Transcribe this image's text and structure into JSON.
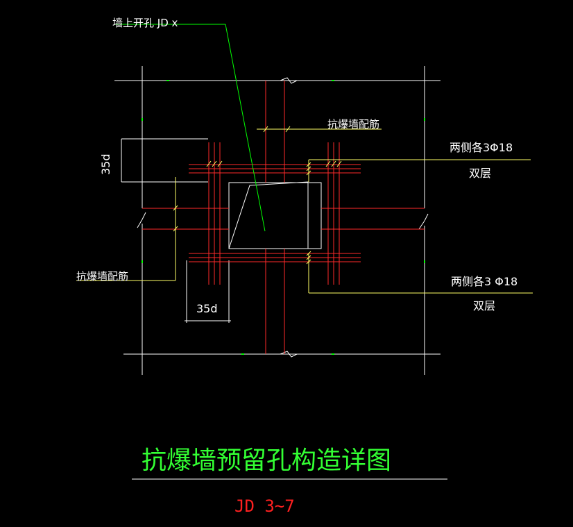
{
  "labels": {
    "leader_top": "墙上开孔 JD x",
    "rebar_top": "抗爆墙配筋",
    "rebar_left": "抗爆墙配筋",
    "side_upper": "两侧各3Φ18",
    "layer_upper": "双层",
    "side_lower": "两侧各3 Φ18",
    "layer_lower": "双层",
    "dim_vertical": "35d",
    "dim_horizontal": "35d"
  },
  "title": {
    "main": "抗爆墙预留孔构造详图",
    "sub": "JD 3~7"
  },
  "colors": {
    "background": "#000000",
    "wall_lines": "#ffffff",
    "rebar": "#ff2a2a",
    "leader_yellow": "#ffff66",
    "leader_green": "#00ff00",
    "title": "#33ff33",
    "subtitle": "#ff2020"
  }
}
